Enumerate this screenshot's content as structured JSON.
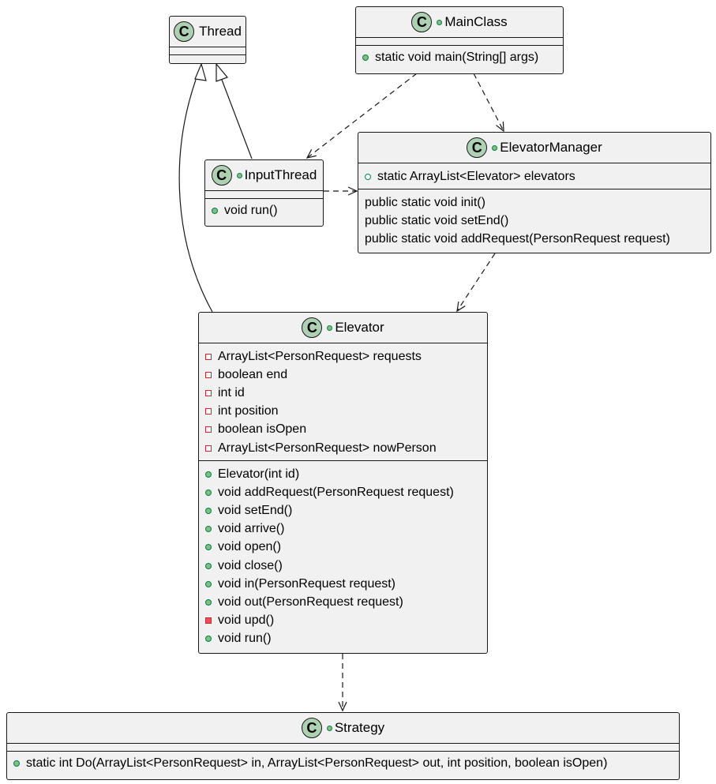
{
  "diagram": {
    "classes": {
      "thread": {
        "name": "Thread",
        "icon": "class-icon"
      },
      "main_class": {
        "name": "MainClass",
        "icon": "class-icon",
        "methods": [
          "static void main(String[] args)"
        ]
      },
      "input_thread": {
        "name": "InputThread",
        "icon": "class-icon",
        "methods": [
          "void run()"
        ]
      },
      "elevator_manager": {
        "name": "ElevatorManager",
        "icon": "class-icon",
        "fields": [
          "static ArrayList<Elevator> elevators"
        ],
        "methods": [
          "public static void init()",
          "public static void setEnd()",
          "public static void addRequest(PersonRequest request)"
        ]
      },
      "elevator": {
        "name": "Elevator",
        "icon": "class-icon",
        "fields": [
          "ArrayList<PersonRequest> requests",
          "boolean end",
          "int id",
          "int position",
          "boolean isOpen",
          "ArrayList<PersonRequest> nowPerson"
        ],
        "methods": [
          "Elevator(int id)",
          "void addRequest(PersonRequest request)",
          "void setEnd()",
          "void arrive()",
          "void open()",
          "void close()",
          "void in(PersonRequest request)",
          "void out(PersonRequest request)",
          "void upd()",
          "void run()"
        ]
      },
      "strategy": {
        "name": "Strategy",
        "icon": "class-icon",
        "methods": [
          "static int Do(ArrayList<PersonRequest> in, ArrayList<PersonRequest> out, int position, boolean isOpen)"
        ]
      }
    },
    "visibility_markers": {
      "public": "filled-green-circle",
      "package": "hollow-green-circle",
      "private_field": "hollow-red-square",
      "private_method": "filled-red-square"
    },
    "relationships": [
      {
        "from": "InputThread",
        "to": "Thread",
        "kind": "inheritance"
      },
      {
        "from": "Elevator",
        "to": "Thread",
        "kind": "inheritance"
      },
      {
        "from": "MainClass",
        "to": "InputThread",
        "kind": "dependency"
      },
      {
        "from": "MainClass",
        "to": "ElevatorManager",
        "kind": "dependency"
      },
      {
        "from": "InputThread",
        "to": "ElevatorManager",
        "kind": "dependency"
      },
      {
        "from": "ElevatorManager",
        "to": "Elevator",
        "kind": "dependency"
      },
      {
        "from": "Elevator",
        "to": "Strategy",
        "kind": "dependency"
      }
    ],
    "colors": {
      "class_fill": "#f1f1f1",
      "border": "#181818",
      "class_icon_fill": "#add1b2",
      "public_marker": "#84be84",
      "private_marker": "#c82930"
    }
  }
}
